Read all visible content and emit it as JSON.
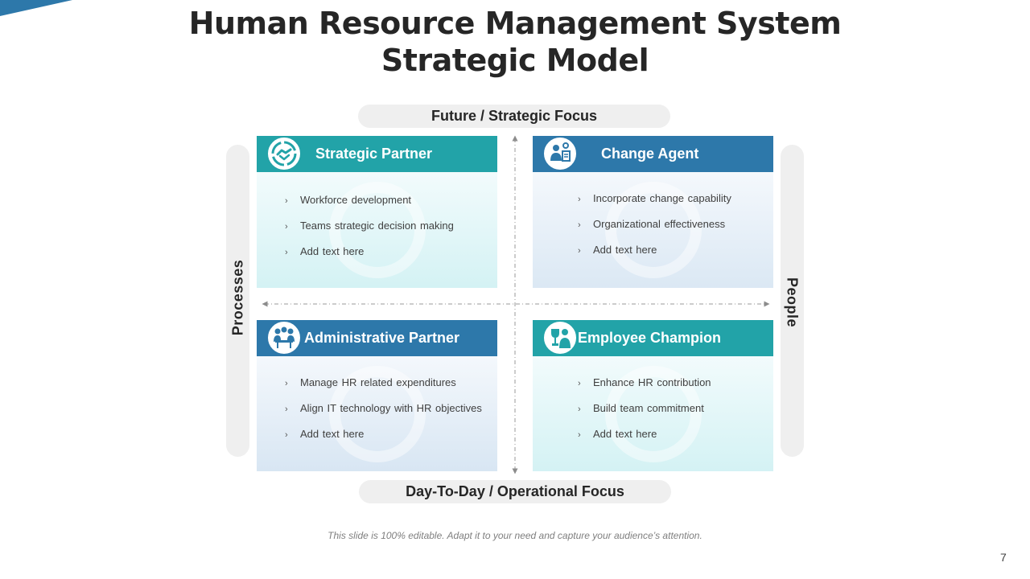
{
  "slide": {
    "title_line1": "Human Resource Management System",
    "title_line2": "Strategic Model",
    "axis_top": "Future / Strategic Focus",
    "axis_bottom": "Day-To-Day / Operational Focus",
    "axis_left": "Processes",
    "axis_right": "People",
    "footnote": "This slide is 100% editable. Adapt it to your need and capture your audience’s attention.",
    "page_number": "7",
    "colors": {
      "teal": "#22a3a8",
      "blue": "#2d78aa",
      "pill": "#efefef",
      "title": "#262626"
    }
  },
  "quadrants": [
    {
      "title": "Strategic Partner",
      "icon": "handshake-cycle-icon",
      "items": [
        "Workforce development",
        "Teams strategic decision making",
        "Add text here"
      ]
    },
    {
      "title": "Change Agent",
      "icon": "people-change-icon",
      "items": [
        "Incorporate change capability",
        "Organizational effectiveness",
        "Add text here"
      ]
    },
    {
      "title": "Administrative Partner",
      "icon": "team-meeting-icon",
      "items": [
        "Manage HR related expenditures",
        "Align IT technology with HR objectives",
        "Add text here"
      ]
    },
    {
      "title": "Employee Champion",
      "icon": "trophy-person-icon",
      "items": [
        "Enhance HR contribution",
        "Build team commitment",
        "Add text here"
      ]
    }
  ]
}
